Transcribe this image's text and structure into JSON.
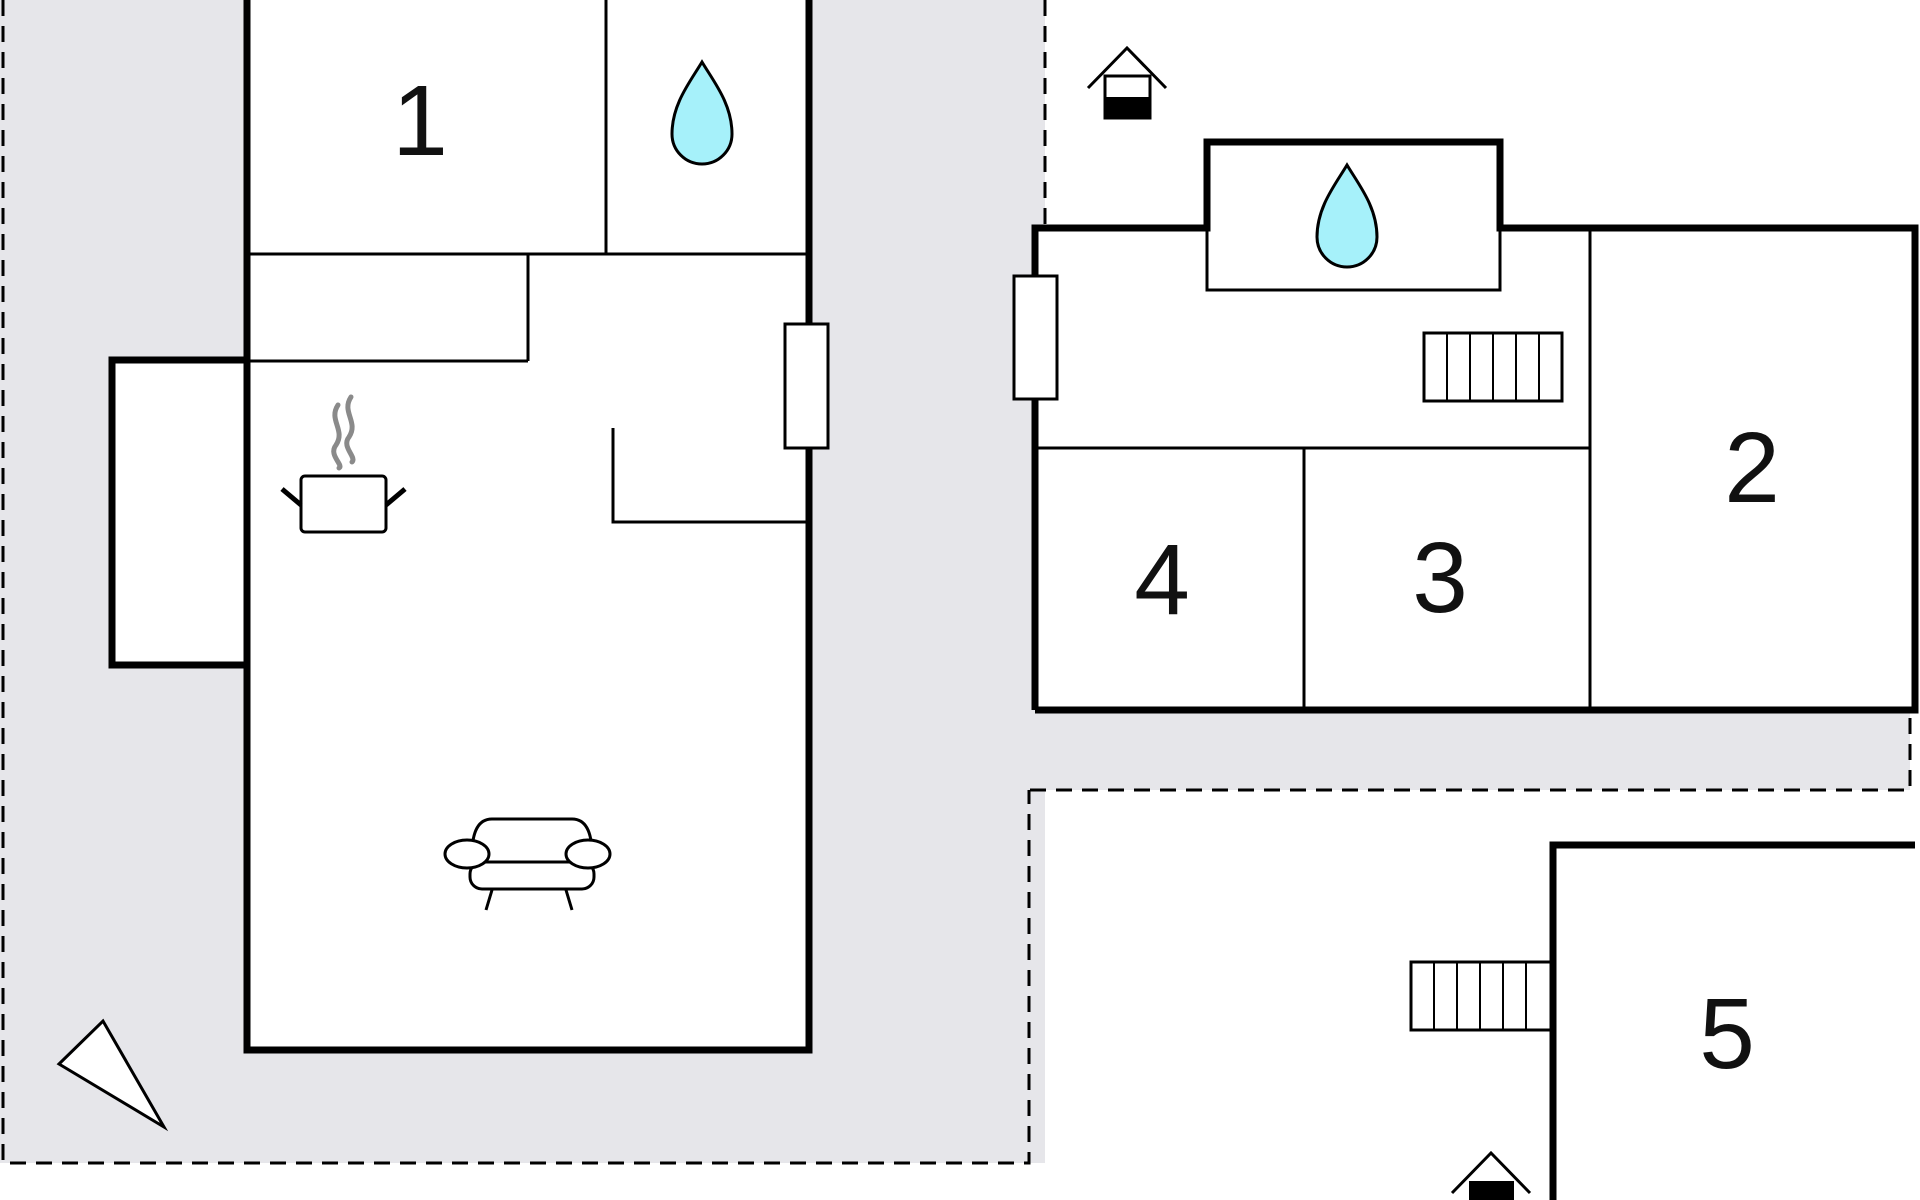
{
  "colors": {
    "terrace": "#e6e6ea",
    "wall": "#000000",
    "water": "#a6f1fa",
    "steam": "#8a8a8a",
    "background": "#ffffff"
  },
  "room_labels": [
    "1",
    "2",
    "3",
    "4",
    "5"
  ],
  "icons": [
    "water-drop-icon",
    "cooking-pot-icon",
    "sofa-icon",
    "stairs-icon",
    "entrance-icon",
    "north-arrow-icon"
  ]
}
